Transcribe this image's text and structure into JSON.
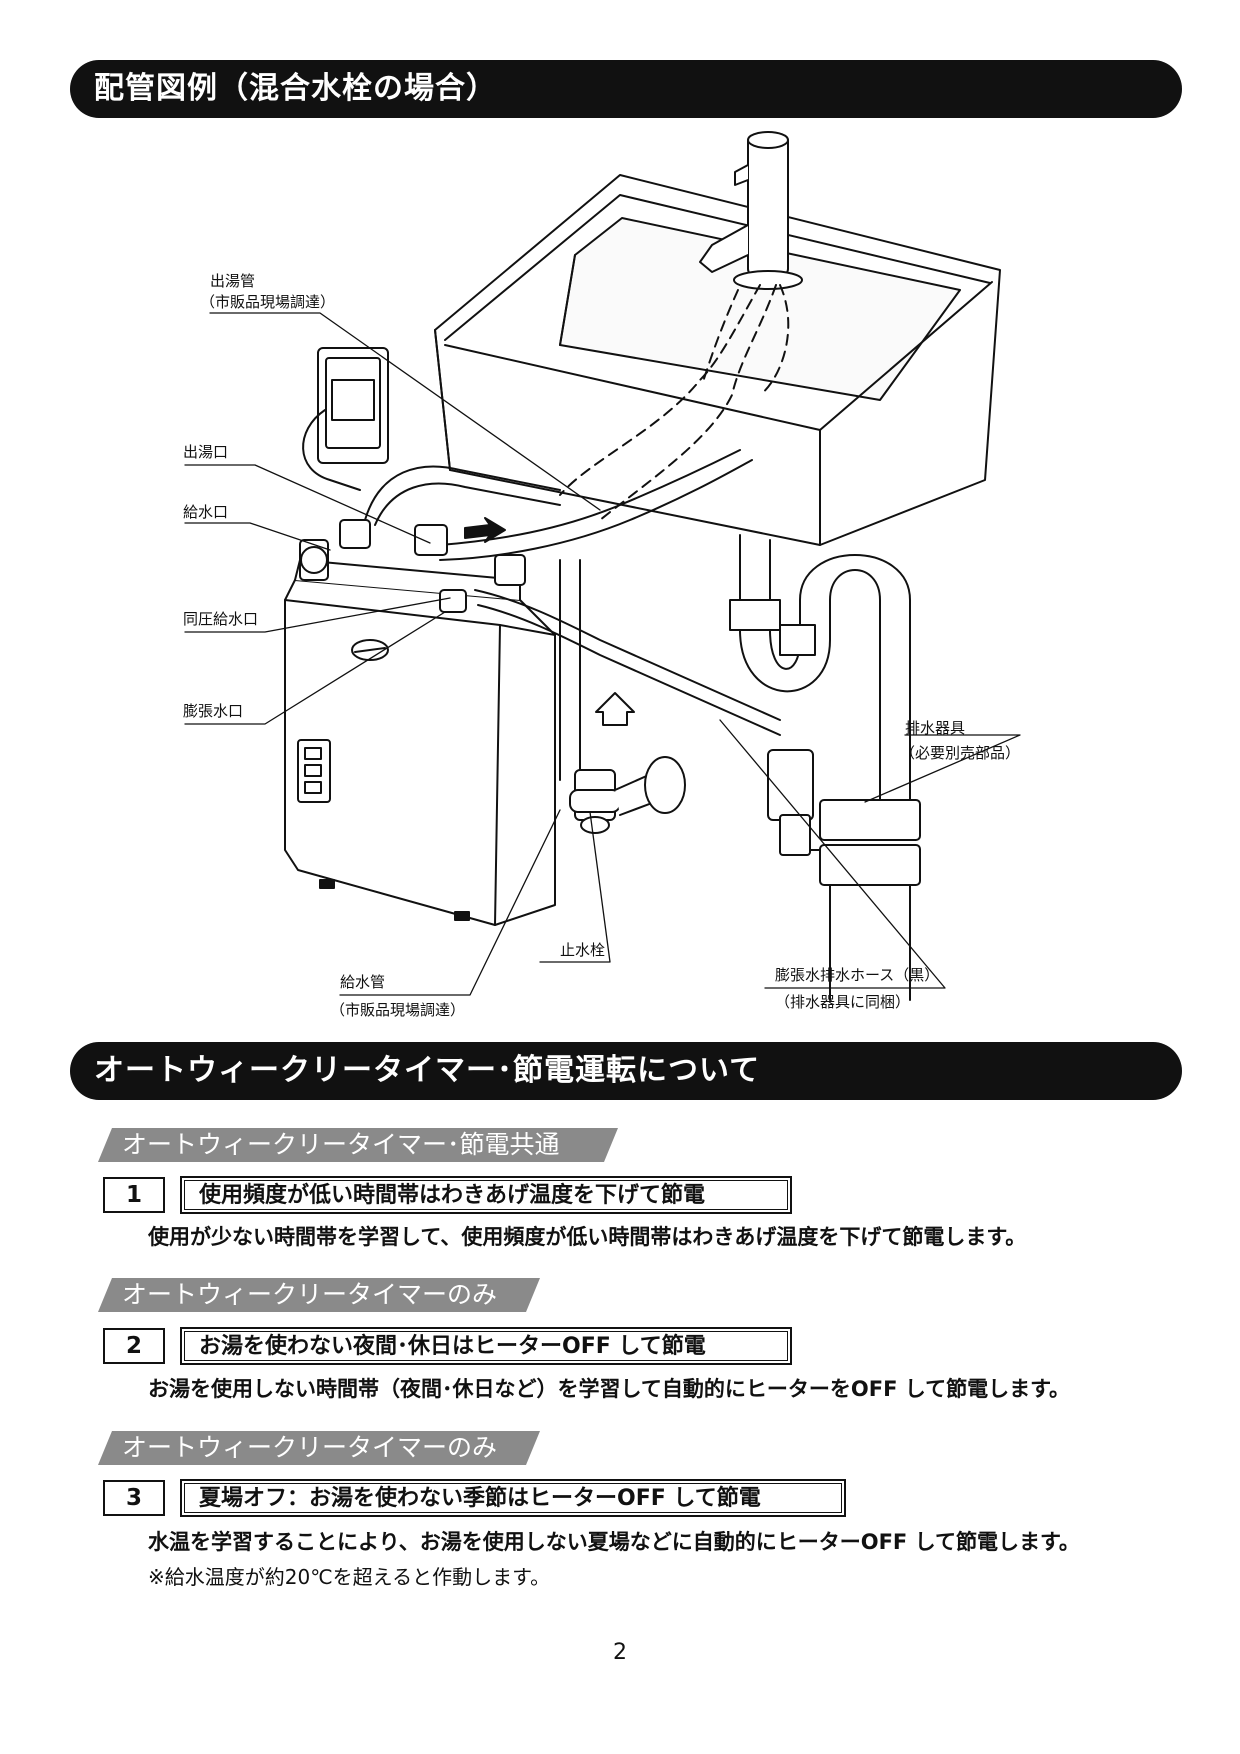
{
  "section1": {
    "title": "配管図例（混合水栓の場合）"
  },
  "diagram": {
    "labels": {
      "hot_pipe": "出湯管",
      "hot_pipe_note": "（市販品現場調達）",
      "hot_outlet": "出湯口",
      "water_inlet": "給水口",
      "same_pressure_inlet": "同圧給水口",
      "expansion_outlet": "膨張水口",
      "drain_fitting": "排水器具",
      "drain_fitting_note": "（必要別売部品）",
      "stop_valve": "止水栓",
      "supply_pipe": "給水管",
      "supply_pipe_note": "（市販品現場調達）",
      "expansion_hose": "膨張水排水ホース（黒）",
      "expansion_hose_note": "（排水器具に同梱）"
    }
  },
  "section2": {
    "title": "オートウィークリータイマー･節電運転について"
  },
  "items": [
    {
      "category": "オートウィークリータイマー･節電共通",
      "number": "1",
      "heading": "使用頻度が低い時間帯はわきあげ温度を下げて節電",
      "description": "使用が少ない時間帯を学習して、使用頻度が低い時間帯はわきあげ温度を下げて節電します。"
    },
    {
      "category": "オートウィークリータイマーのみ",
      "number": "2",
      "heading": "お湯を使わない夜間･休日はヒーターOFF して節電",
      "description": "お湯を使用しない時間帯（夜間･休日など）を学習して自動的にヒーターをOFF して節電します。"
    },
    {
      "category": "オートウィークリータイマーのみ",
      "number": "3",
      "heading": "夏場オフ：お湯を使わない季節はヒーターOFF して節電",
      "description": "水温を学習することにより、お湯を使用しない夏場などに自動的にヒーターOFF して節電します。",
      "note": "※給水温度が約20℃を超えると作動します。"
    }
  ],
  "page_number": "2"
}
